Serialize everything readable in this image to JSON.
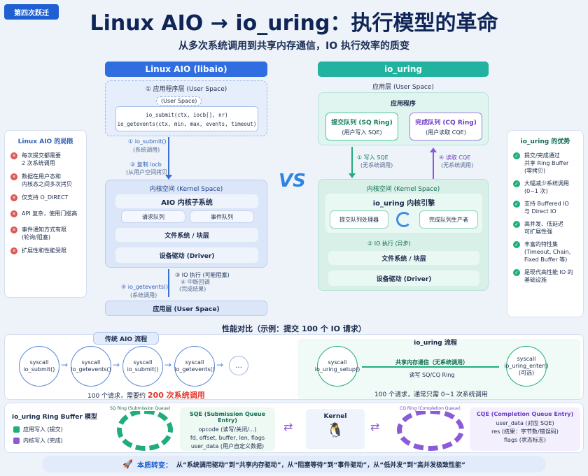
{
  "badge": "第四次跃迁",
  "title": "Linux AIO → io_uring：执行模型的革命",
  "subtitle": "从多次系统调用到共享内存通信，IO 执行效率的质变",
  "vs": "VS",
  "left": {
    "header": "Linux AIO (libaio)",
    "user_space": "① 应用程序层 (User Space)",
    "user_space_tag": "(User Space)",
    "code_line1": "io_submit(ctx, iocb[], nr)",
    "code_line2": "io_getevents(ctx, min, max, events, timeout)",
    "step1": "① io_submit()",
    "step1_sub": "(系统调用)",
    "step2": "② 复制 iocb",
    "step2_sub": "(从用户空间拷贝)",
    "kernel_title": "内核空间 (Kernel Space)",
    "core": "AIO 内核子系统",
    "req_queue": "请求队列",
    "event_queue": "事件队列",
    "fs": "文件系统 / 块层",
    "driver": "设备驱动 (Driver)",
    "step3": "③ IO 执行 (可能阻塞)",
    "step3_sub1": "④ 中断回调",
    "step3_sub2": "(完成结果)",
    "step4": "④ io_getevents()",
    "step4_sub": "(系统调用)",
    "app_bottom": "应用层 (User Space)"
  },
  "right": {
    "header": "io_uring",
    "app_layer": "应用层 (User Space)",
    "app": "应用程序",
    "sq": "提交队列 (SQ Ring)",
    "sq_sub": "(用户写入 SQE)",
    "cq": "完成队列 (CQ Ring)",
    "cq_sub": "(用户读取 CQE)",
    "step1": "① 写入 SQE",
    "step1_sub": "(无系统调用)",
    "step4": "④ 读取 CQE",
    "step4_sub": "(无系统调用)",
    "kernel_title": "内核空间 (Kernel Space)",
    "core": "io_uring 内核引擎",
    "sq_proc": "提交队列处理器",
    "cq_prod": "完成队列生产者",
    "step2": "② IO 执行 (异步)",
    "fs": "文件系统 / 块层",
    "driver": "设备驱动 (Driver)"
  },
  "limits": {
    "title": "Linux AIO 的局限",
    "items": [
      [
        "每次提交都需要",
        "2 次系统调用"
      ],
      [
        "数据在用户态和",
        "内核态之间多次拷贝"
      ],
      [
        "仅支持 O_DIRECT"
      ],
      [
        "API 复杂，使用门槛高"
      ],
      [
        "事件通知方式有限",
        "(轮询/阻塞)"
      ],
      [
        "扩展性和性能受限"
      ]
    ]
  },
  "advantages": {
    "title": "io_uring 的优势",
    "items": [
      [
        "提交/完成通过",
        "共享 Ring Buffer",
        "(零拷贝)"
      ],
      [
        "大幅减少系统调用",
        "(0~1 次)"
      ],
      [
        "支持 Buffered IO",
        "与 Direct IO"
      ],
      [
        "高并发、低延迟",
        "可扩展性强"
      ],
      [
        "丰富的特性集",
        "(Timeout, Chain,",
        "Fixed Buffer 等)"
      ],
      [
        "是现代高性能 IO 的",
        "基础设施"
      ]
    ]
  },
  "perf": {
    "title": "性能对比（示例：提交 100 个 IO 请求）",
    "aio_label": "传统 AIO 流程",
    "aio_nodes": [
      [
        "syscall",
        "io_submit()"
      ],
      [
        "syscall",
        "io_getevents()"
      ],
      [
        "syscall",
        "io_submit()"
      ],
      [
        "syscall",
        "io_getevents()"
      ]
    ],
    "ellipsis": "…",
    "aio_note_a": "100 个请求，需要约 ",
    "aio_note_b": "200 次系统调用",
    "uring_label": "io_uring 流程",
    "uring_left": [
      "syscall",
      "io_uring_setup()"
    ],
    "uring_right": [
      "syscall",
      "io_uring_enter()",
      "(可选)"
    ],
    "shared": "共享内存通信（无系统调用）",
    "shared_sub": "读写 SQ/CQ Ring",
    "uring_note": "100 个请求，通常只需 0~1 次系统调用"
  },
  "ring": {
    "title": "io_uring Ring Buffer 模型",
    "legend1": "应用写入 (提交)",
    "legend2": "内核写入 (完成)",
    "sq_ring_label": "SQ Ring (Submission Queue)",
    "sqe_title": "SQE (Submission Queue Entry)",
    "sqe_lines": [
      "opcode (读写/关闭/...)",
      "fd, offset, buffer, len, flags",
      "user_data (用户自定义数据)"
    ],
    "kernel": "Kernel",
    "cq_ring_label": "CQ Ring (Completion Queue)",
    "cqe_title": "CQE (Completion Queue Entry)",
    "cqe_lines": [
      "user_data (对应 SQE)",
      "res (结果：字节数/错误码)",
      "flags (状态标志)"
    ]
  },
  "footer": {
    "prefix": "本质转变：",
    "text": "从“系统调用驱动”到“共享内存驱动”，从“阻塞等待”到“事件驱动”，从“低并发”到“高并发极致性能”"
  },
  "colors": {
    "aio": "#2f6de0",
    "uring": "#22b3a0",
    "sq": "#1fae7a",
    "cq": "#8a5ad8"
  }
}
